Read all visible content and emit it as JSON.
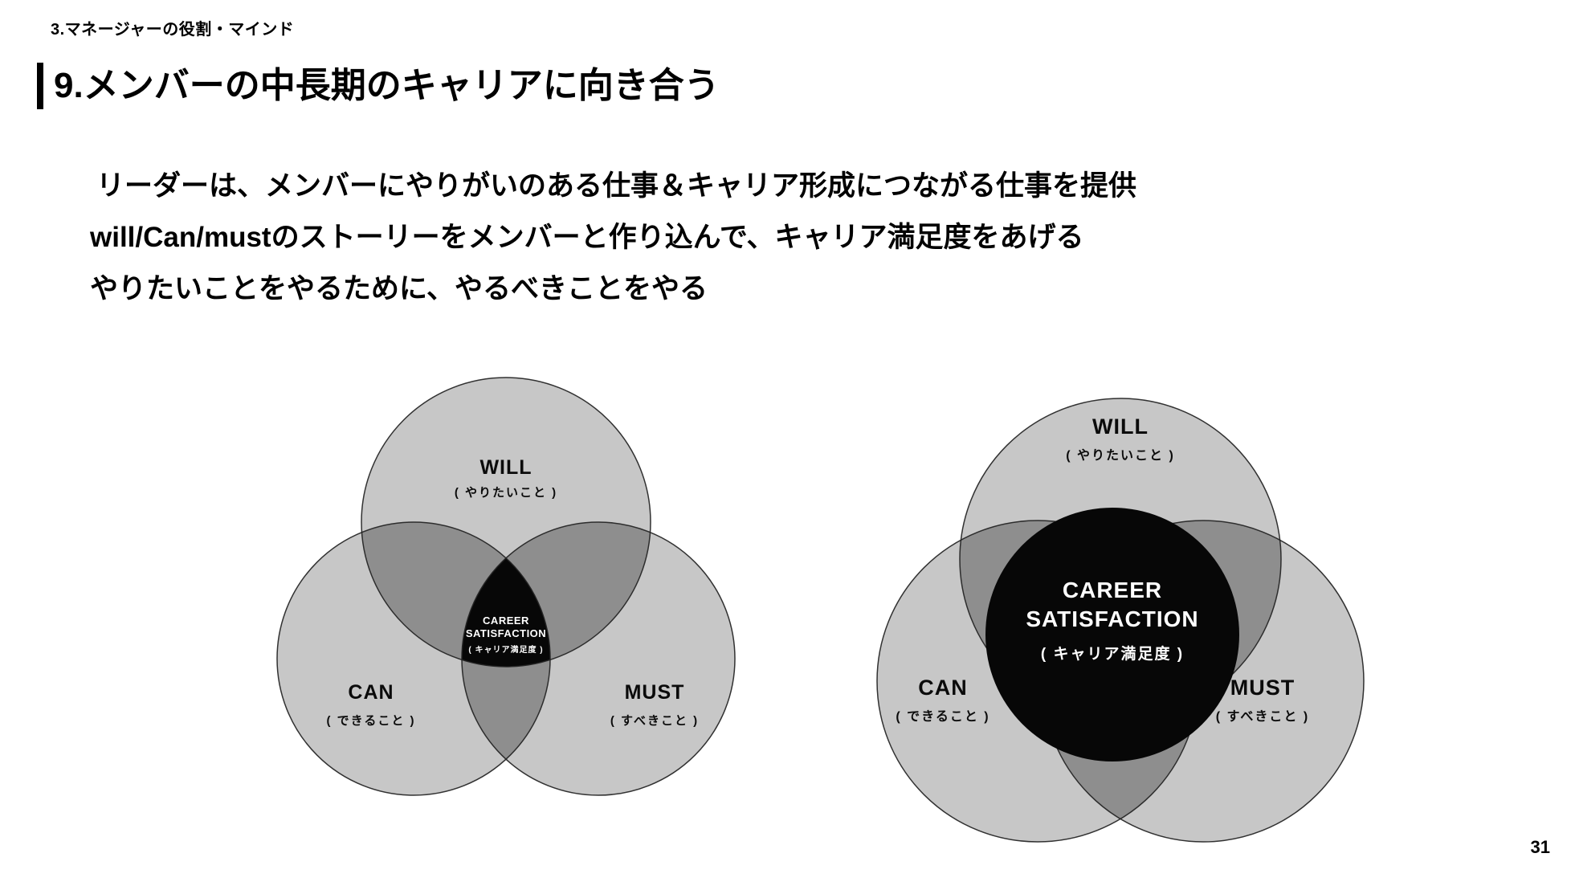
{
  "page": {
    "section_header": "3.マネージャーの役割・マインド",
    "title": "9.メンバーの中長期のキャリアに向き合う",
    "body_lines": [
      "リーダーは、メンバーにやりがいのある仕事＆キャリア形成につながる仕事を提供",
      "will/Can/mustのストーリーをメンバーと作り込んで、キャリア満足度をあげる",
      "やりたいことをやるために、やるべきことをやる"
    ],
    "page_number": "31"
  },
  "venn_left": {
    "will_label": "WILL",
    "will_sublabel": "( やりたいこと )",
    "can_label": "CAN",
    "can_sublabel": "( できること )",
    "must_label": "MUST",
    "must_sublabel": "( すべきこと )",
    "center_line1": "CAREER",
    "center_line2": "SATISFACTION",
    "center_sublabel": "( キャリア満足度 )"
  },
  "venn_right": {
    "will_label": "WILL",
    "will_sublabel": "( やりたいこと )",
    "can_label": "CAN",
    "can_sublabel": "( できること )",
    "must_label": "MUST",
    "must_sublabel": "( すべきこと )",
    "center_line1": "CAREER",
    "center_line2": "SATISFACTION",
    "center_sublabel": "( キャリア満足度 )"
  },
  "colors": {
    "background": "#ffffff",
    "text": "#000000",
    "accent_bar": "#000000",
    "circle_fill": "#c7c7c7",
    "overlap_fill": "#8e8e8e",
    "intersection_fill": "#070707",
    "circle_stroke": "#222222",
    "center_text": "#ffffff"
  }
}
